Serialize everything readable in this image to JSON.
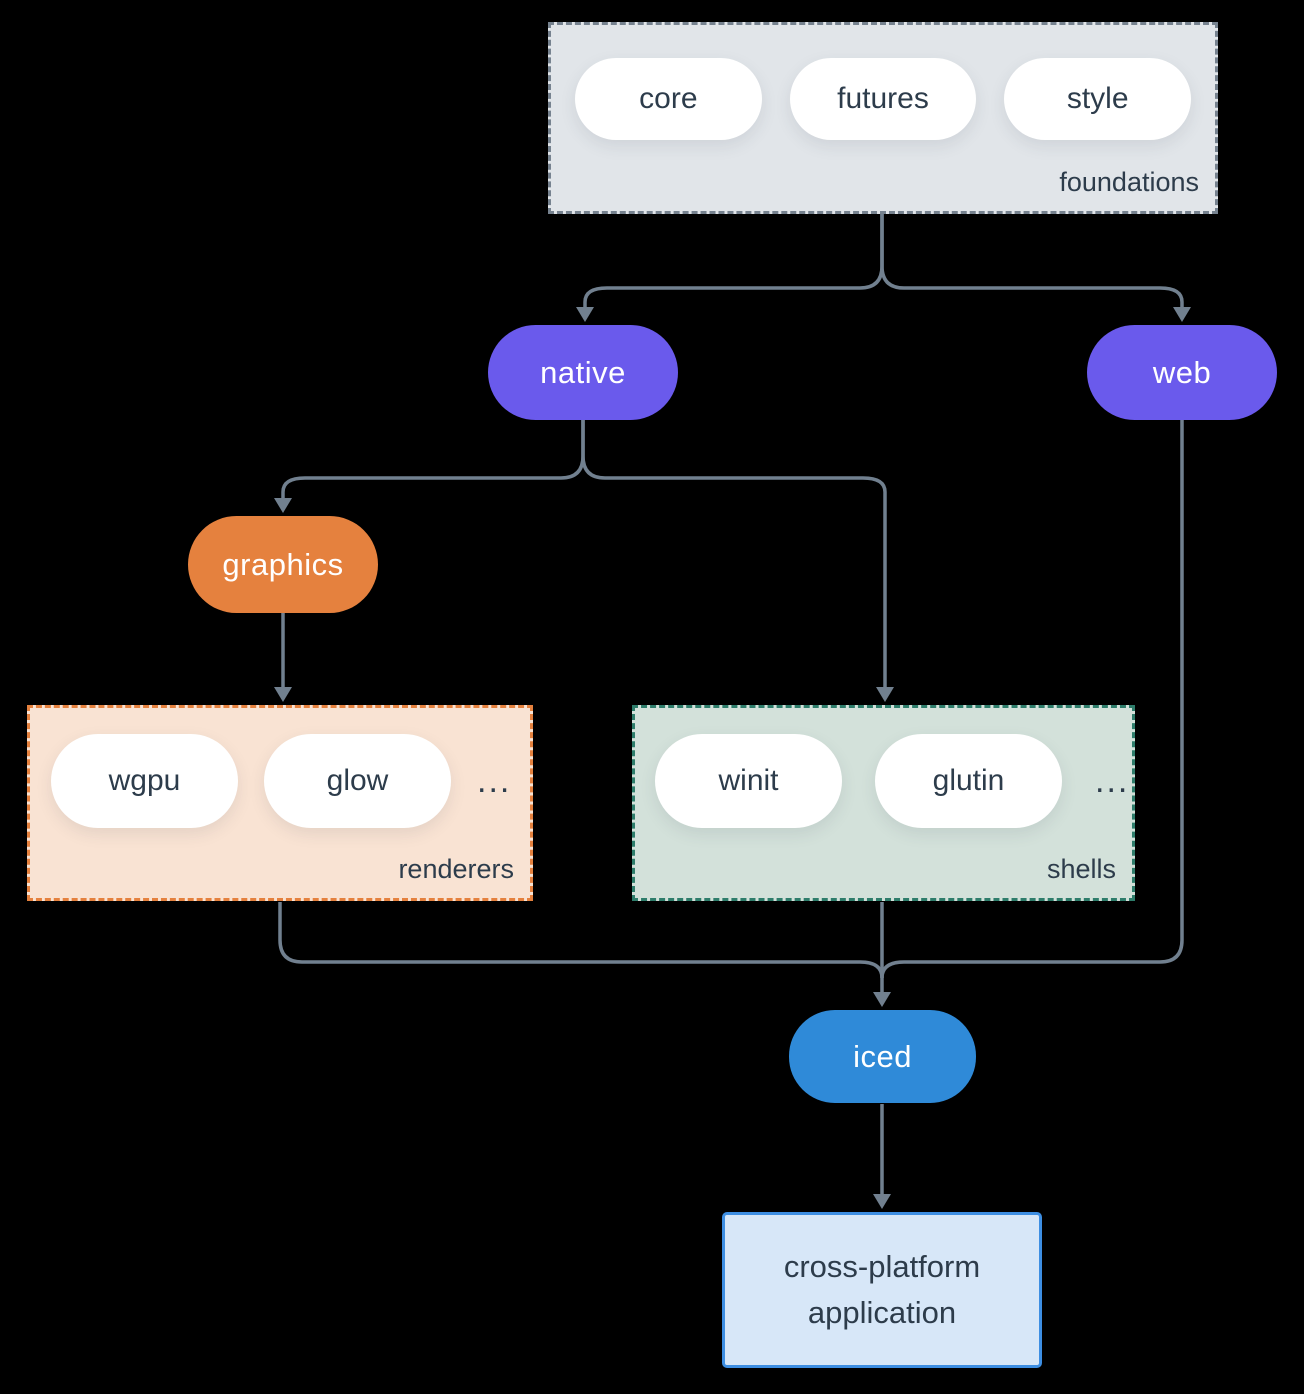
{
  "groups": {
    "foundations": {
      "name": "foundations",
      "items": [
        "core",
        "futures",
        "style"
      ]
    },
    "renderers": {
      "name": "renderers",
      "items": [
        "wgpu",
        "glow"
      ],
      "ellipsis": "..."
    },
    "shells": {
      "name": "shells",
      "items": [
        "winit",
        "glutin"
      ],
      "ellipsis": "..."
    }
  },
  "nodes": {
    "native": "native",
    "web": "web",
    "graphics": "graphics",
    "iced": "iced"
  },
  "app": {
    "line1": "cross-platform",
    "line2": "application"
  },
  "colors": {
    "background": "#000000",
    "arrow": "#71808F",
    "text_dark": "#2D3C4B",
    "purple": "#6A5AEC",
    "orange": "#E5813E",
    "blue": "#2F8AD8",
    "foundations_fill": "#E1E5E9",
    "foundations_border": "#76828F",
    "renderers_fill": "#F9E3D3",
    "renderers_border": "#E5813E",
    "shells_fill": "#D3E1DA",
    "shells_border": "#2E7D6B",
    "app_fill": "#D7E7F8",
    "app_border": "#3D8EE2"
  }
}
